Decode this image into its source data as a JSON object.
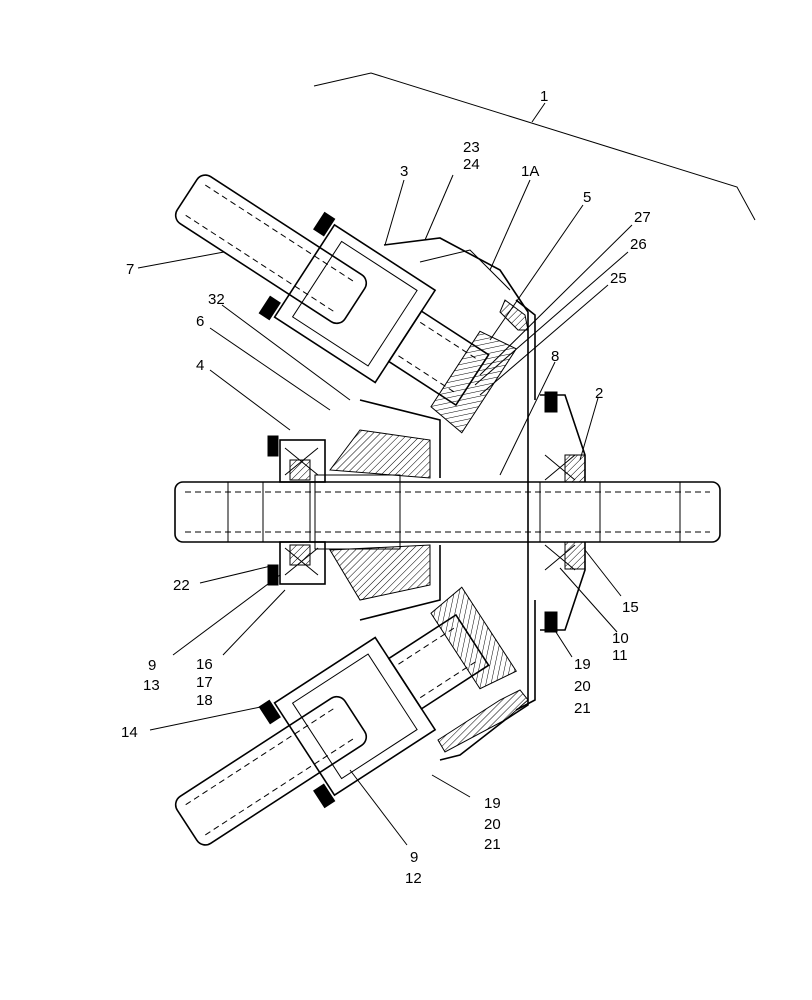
{
  "labels": {
    "l1": "1",
    "l1A": "1A",
    "l2": "2",
    "l3": "3",
    "l4": "4",
    "l5": "5",
    "l6": "6",
    "l7": "7",
    "l8": "8",
    "l9a": "9",
    "l13": "13",
    "l9b": "9",
    "l12": "12",
    "l10": "10",
    "l11": "11",
    "l14": "14",
    "l15": "15",
    "l16": "16",
    "l17": "17",
    "l18": "18",
    "l19a": "19",
    "l20a": "20",
    "l21a": "21",
    "l19b": "19",
    "l20b": "20",
    "l21b": "21",
    "l22": "22",
    "l23": "23",
    "l24": "24",
    "l25": "25",
    "l26": "26",
    "l27": "27",
    "l32": "32"
  }
}
